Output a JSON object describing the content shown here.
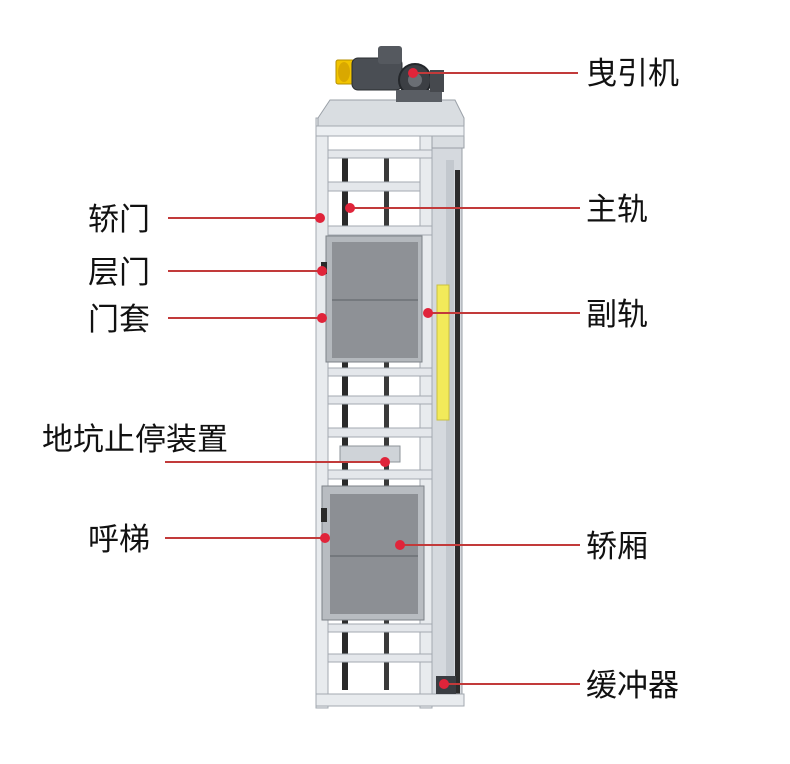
{
  "labels": {
    "traction_machine": "曳引机",
    "car_door": "轿门",
    "main_rail": "主轨",
    "landing_door": "层门",
    "door_frame": "门套",
    "aux_rail": "副轨",
    "pit_stop_device": "地坑止停装置",
    "call_ladder": "呼梯",
    "car": "轿厢",
    "buffer": "缓冲器"
  },
  "colors": {
    "leader_line": "#c23a3a",
    "marker_dot": "#e0243a",
    "frame": "#e3e6ea",
    "frame_shadow": "#aab0b7",
    "door_panel": "#8e9196",
    "rail_dark": "#2a2a2a",
    "yellow_strip": "#f2ea5a",
    "motor_yellow": "#f2c400",
    "motor_dark": "#3c3f44"
  }
}
